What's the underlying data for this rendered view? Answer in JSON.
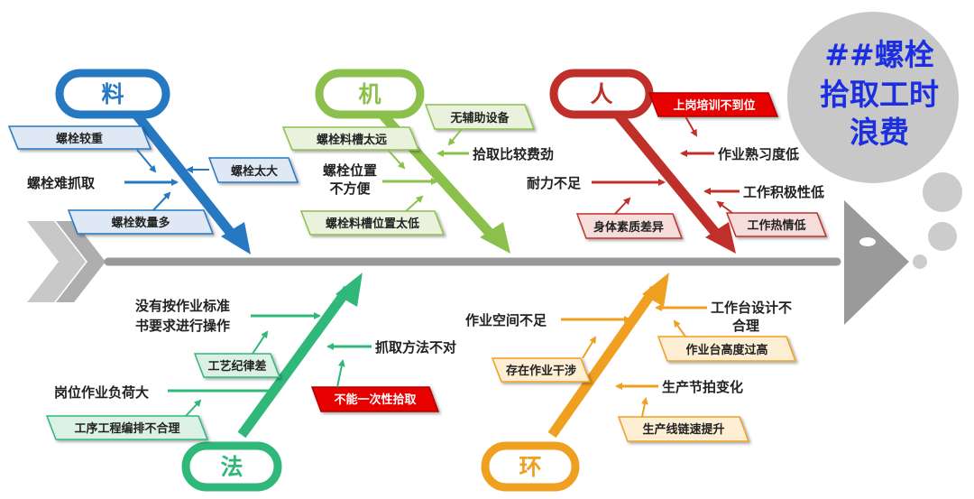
{
  "head": {
    "line1": "##螺栓",
    "line2": "拾取工时",
    "line3": "浪费"
  },
  "bones": {
    "material": "料",
    "machine": "机",
    "people": "人",
    "method": "法",
    "environment": "环"
  },
  "material": {
    "box1": "螺栓较重",
    "text1": "螺栓难抓取",
    "box2": "螺栓太大",
    "box3": "螺栓数量多"
  },
  "machine": {
    "box1": "螺栓料槽太远",
    "box2": "无辅助设备",
    "text1": "拾取比较费劲",
    "text2a": "螺栓位置",
    "text2b": "不方便",
    "box3": "螺栓料槽位置太低"
  },
  "people": {
    "box1": "上岗培训不到位",
    "text1": "作业熟习度低",
    "text2": "耐力不足",
    "text3": "工作积极性低",
    "box2": "身体素质差异",
    "box3": "工作热情低"
  },
  "method": {
    "text1a": "没有按作业标准",
    "text1b": "书要求进行操作",
    "box1": "工艺纪律差",
    "text2": "抓取方法不对",
    "text3": "岗位作业负荷大",
    "box2": "不能一次性拾取",
    "box3": "工序工程编排不合理"
  },
  "environment": {
    "text1": "作业空间不足",
    "text2a": "工作台设计不",
    "text2b": "合理",
    "box1": "存在作业干涉",
    "box2": "作业台高度过高",
    "text3": "生产节拍变化",
    "box3": "生产线链速提升"
  },
  "colors": {
    "material": "#2678c0",
    "machine": "#8cc04c",
    "people": "#c0302a",
    "method": "#2fb87a",
    "environment": "#f0a020",
    "spine": "#999999",
    "highlight": "#e00000"
  }
}
